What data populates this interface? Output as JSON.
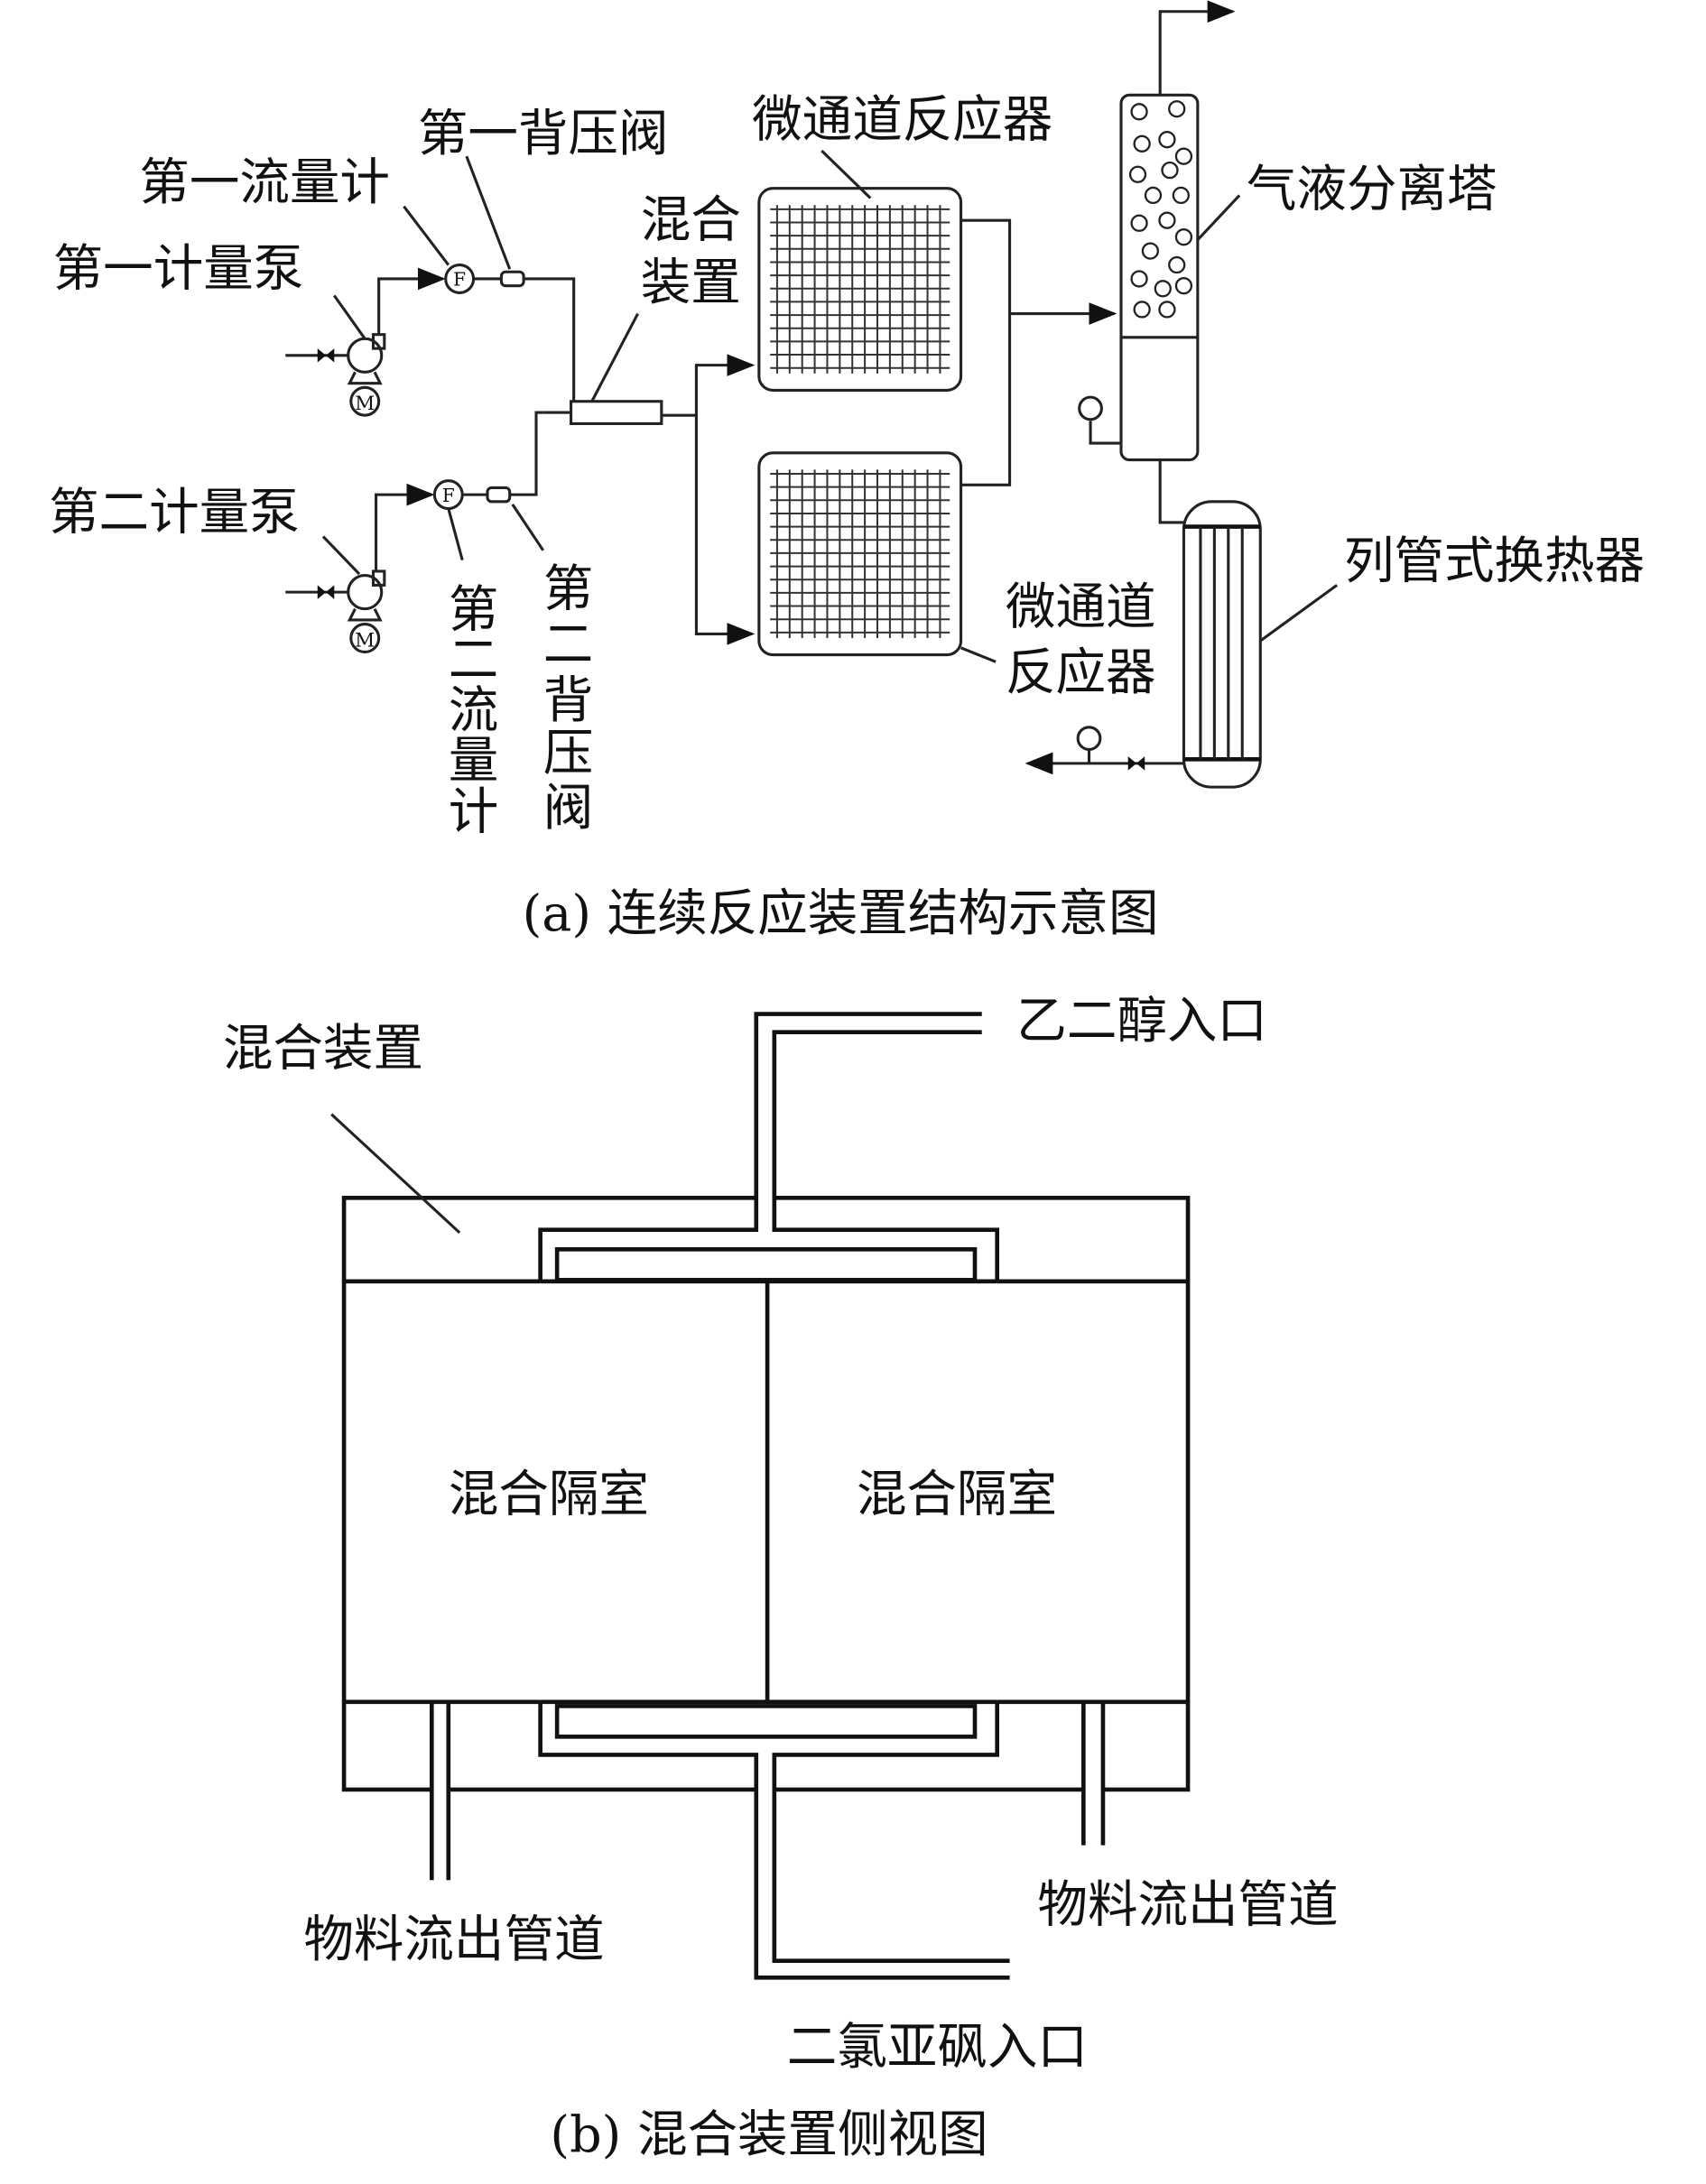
{
  "part_a": {
    "labels": {
      "back_pressure_valve_1": "第一背压阀",
      "flow_meter_1": "第一流量计",
      "metering_pump_1": "第一计量泵",
      "mixing_device_line1": "混合",
      "mixing_device_line2": "装置",
      "microchannel_reactor_top": "微通道反应器",
      "gas_liquid_separator": "气液分离塔",
      "metering_pump_2": "第二计量泵",
      "flow_meter_2": [
        "第",
        "二",
        "流",
        "量",
        "计"
      ],
      "back_pressure_valve_2": [
        "第",
        "二",
        "背",
        "压",
        "阀"
      ],
      "microchannel_reactor_bottom_line1": "微通道",
      "microchannel_reactor_bottom_line2": "反应器",
      "shell_tube_heat_exchanger": "列管式换热器",
      "pump_motor_symbol": "M",
      "flow_meter_symbol": "F"
    },
    "caption": "(a) 连续反应装置结构示意图"
  },
  "part_b": {
    "labels": {
      "mixing_device": "混合装置",
      "ethylene_glycol_inlet": "乙二醇入口",
      "mixing_compartment_left": "混合隔室",
      "mixing_compartment_right": "混合隔室",
      "material_outlet_left": "物料流出管道",
      "material_outlet_right": "物料流出管道",
      "thionyl_chloride_inlet": "二氯亚砜入口"
    },
    "caption": "(b) 混合装置侧视图"
  }
}
